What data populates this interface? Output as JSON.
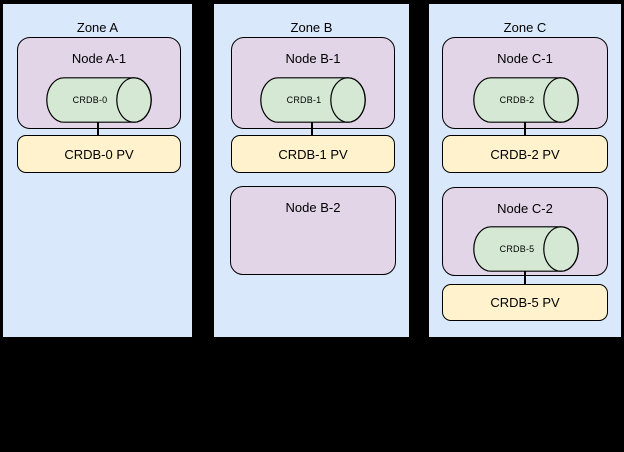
{
  "colors": {
    "canvas_bg": "#000000",
    "zone_fill": "#dae8fc",
    "node_fill": "#e1d5e7",
    "db_fill": "#d5e8d4",
    "pv_fill": "#fff2cc",
    "border": "#000000"
  },
  "zones": [
    {
      "label": "Zone A",
      "nodes": [
        {
          "label": "Node A-1",
          "db_label": "CRDB-0",
          "pv_label": "CRDB-0 PV"
        }
      ]
    },
    {
      "label": "Zone B",
      "nodes": [
        {
          "label": "Node B-1",
          "db_label": "CRDB-1",
          "pv_label": "CRDB-1 PV"
        },
        {
          "label": "Node B-2"
        }
      ]
    },
    {
      "label": "Zone C",
      "nodes": [
        {
          "label": "Node C-1",
          "db_label": "CRDB-2",
          "pv_label": "CRDB-2 PV"
        },
        {
          "label": "Node C-2",
          "db_label": "CRDB-5",
          "pv_label": "CRDB-5 PV"
        }
      ]
    }
  ]
}
